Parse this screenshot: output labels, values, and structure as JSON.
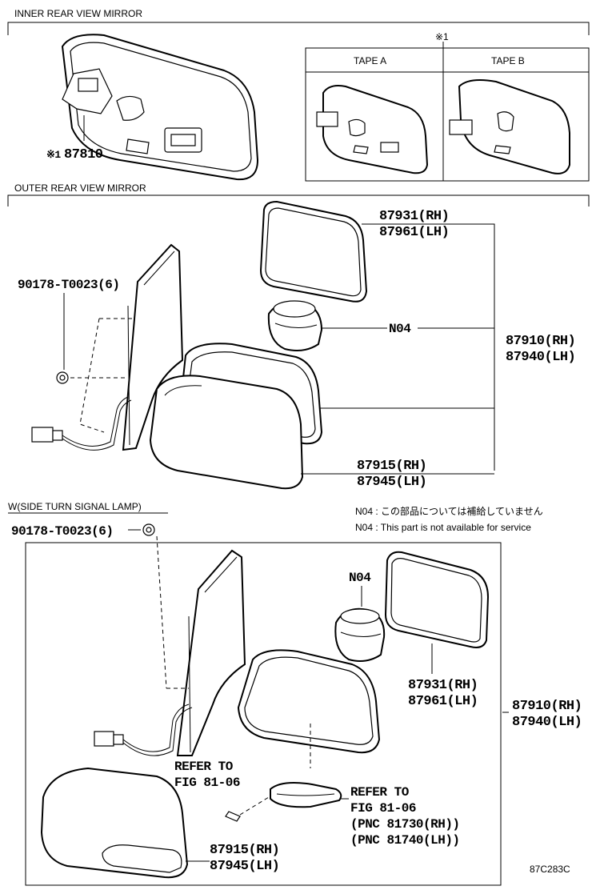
{
  "sections": {
    "inner": "INNER REAR VIEW MIRROR",
    "outer": "OUTER REAR VIEW MIRROR",
    "side_turn": "W(SIDE TURN SIGNAL LAMP)"
  },
  "inner": {
    "note_mark": "※1",
    "tape_a": "TAPE A",
    "tape_b": "TAPE B",
    "part_mark": "※1",
    "part_no": "87810"
  },
  "outer": {
    "glass_rh": "87931(RH)",
    "glass_lh": "87961(LH)",
    "screw": "90178-T0023(6)",
    "n04": "N04",
    "assy_rh": "87910(RH)",
    "assy_lh": "87940(LH)",
    "cover_rh": "87915(RH)",
    "cover_lh": "87945(LH)"
  },
  "notes": {
    "jp": "N04 : この部品については補給していません",
    "en": "N04 : This part is not available for service"
  },
  "side_turn": {
    "screw": "90178-T0023(6)",
    "n04": "N04",
    "glass_rh": "87931(RH)",
    "glass_lh": "87961(LH)",
    "assy_rh": "87910(RH)",
    "assy_lh": "87940(LH)",
    "refer1_a": "REFER TO",
    "refer1_b": "FIG 81-06",
    "refer2_a": "REFER TO",
    "refer2_b": "FIG 81-06",
    "refer2_c": "(PNC 81730(RH))",
    "refer2_d": "(PNC 81740(LH))",
    "cover_rh": "87915(RH)",
    "cover_lh": "87945(LH)"
  },
  "figure_code": "87C283C"
}
